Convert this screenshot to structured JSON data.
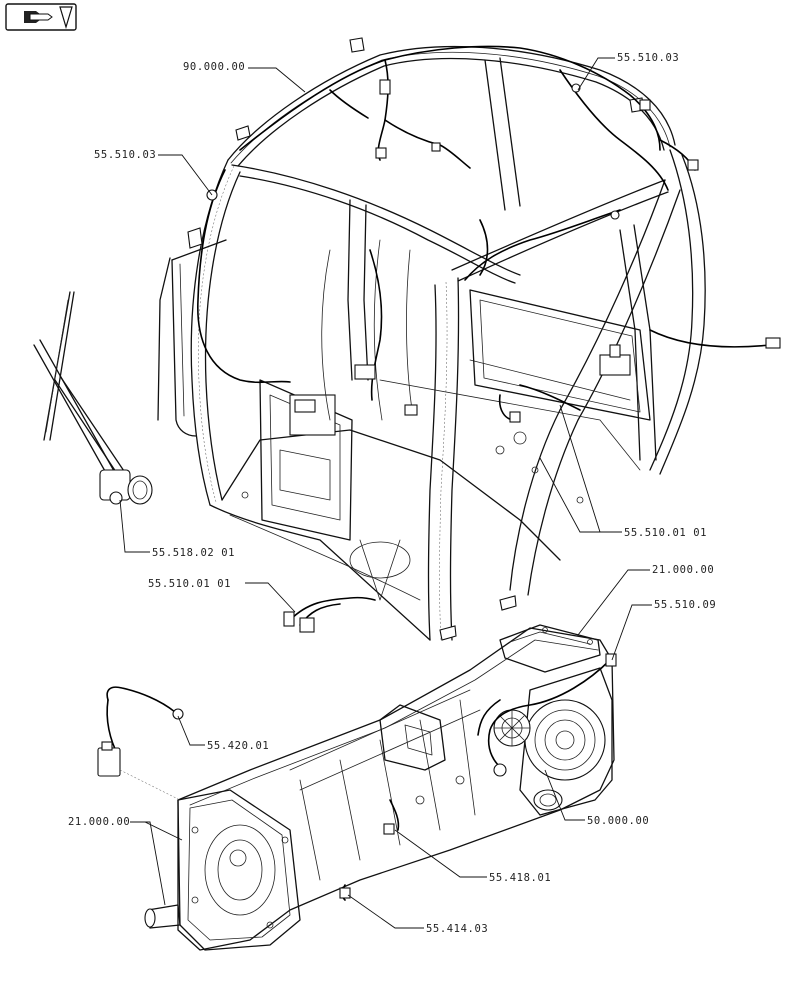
{
  "nav_icon": "page-navigation-icon",
  "callouts": {
    "cab_frame": "90.000.00",
    "harness_roof_right": "55.510.03",
    "harness_roof_left": "55.510.03",
    "wiper_motor": "55.518.02 01",
    "floor_harness": "55.510.01 01",
    "floor_harness_loose": "55.510.01 01",
    "transmission_top": "21.000.00",
    "transmission_harness": "55.510.09",
    "sensor_harness": "55.420.01",
    "transmission_left": "21.000.00",
    "rear_housing": "50.000.00",
    "sensor_418": "55.418.01",
    "sensor_414": "55.414.03"
  }
}
